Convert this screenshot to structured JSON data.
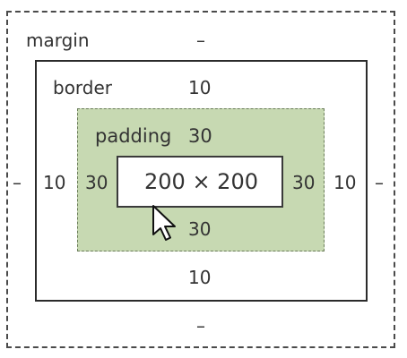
{
  "margin": {
    "label": "margin",
    "top": "–",
    "bottom": "–",
    "left": "–",
    "right": "–"
  },
  "border": {
    "label": "border",
    "top": "10",
    "bottom": "10",
    "left": "10",
    "right": "10"
  },
  "padding": {
    "label": "padding",
    "top": "30",
    "bottom": "30",
    "left": "30",
    "right": "30"
  },
  "content": {
    "size": "200 × 200"
  },
  "colors": {
    "padding_fill": "#c7d9b2",
    "padding_edge": "#6b7d5a",
    "line": "#2b2b2b",
    "text": "#333333"
  },
  "cursor": {
    "icon": "mouse-pointer-icon"
  }
}
